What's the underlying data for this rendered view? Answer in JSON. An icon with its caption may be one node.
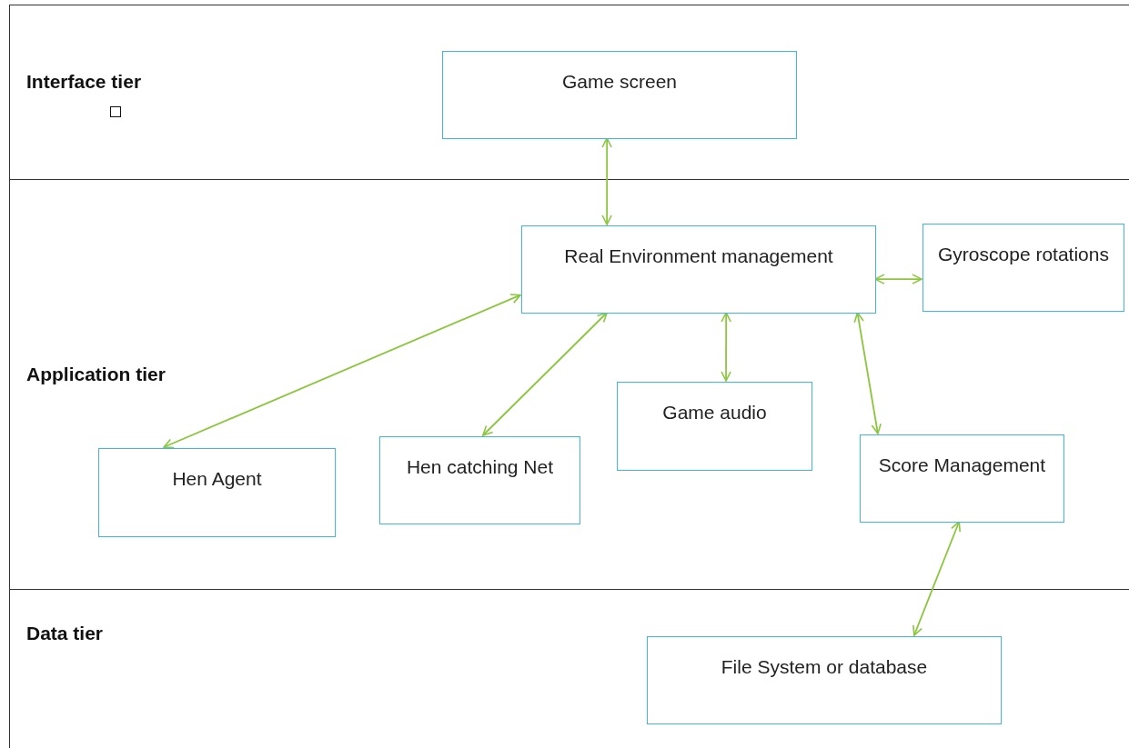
{
  "diagram": {
    "nodes": [
      {
        "text": [
          "Interface tier"
        ]
      },
      {
        "text": [
          "Game screen"
        ],
        "in": 0
      },
      {
        "text": [
          "Application tier"
        ]
      },
      {
        "text": [
          "Real Environment management"
        ],
        "in": 2
      },
      {
        "text": [
          "Gyroscope rotations"
        ],
        "in": 2
      },
      {
        "text": [
          "Hen Agent"
        ],
        "in": 2
      },
      {
        "text": [
          "Hen catching Net"
        ],
        "in": 2
      },
      {
        "text": [
          "Game audio"
        ],
        "in": 2
      },
      {
        "text": [
          "Score Management"
        ],
        "in": 2
      },
      {
        "text": [
          "Data tier"
        ]
      },
      {
        "text": [
          "File System or database"
        ],
        "in": 9
      }
    ],
    "edges": [
      {
        "from": 1,
        "to": 3,
        "arrow": "both"
      },
      {
        "from": 3,
        "to": 4,
        "arrow": "both"
      },
      {
        "from": 3,
        "to": 5,
        "arrow": "both"
      },
      {
        "from": 3,
        "to": 6,
        "arrow": "both"
      },
      {
        "from": 3,
        "to": 7,
        "arrow": "both"
      },
      {
        "from": 3,
        "to": 8,
        "arrow": "both"
      },
      {
        "from": 8,
        "to": 10,
        "arrow": "both"
      }
    ]
  }
}
